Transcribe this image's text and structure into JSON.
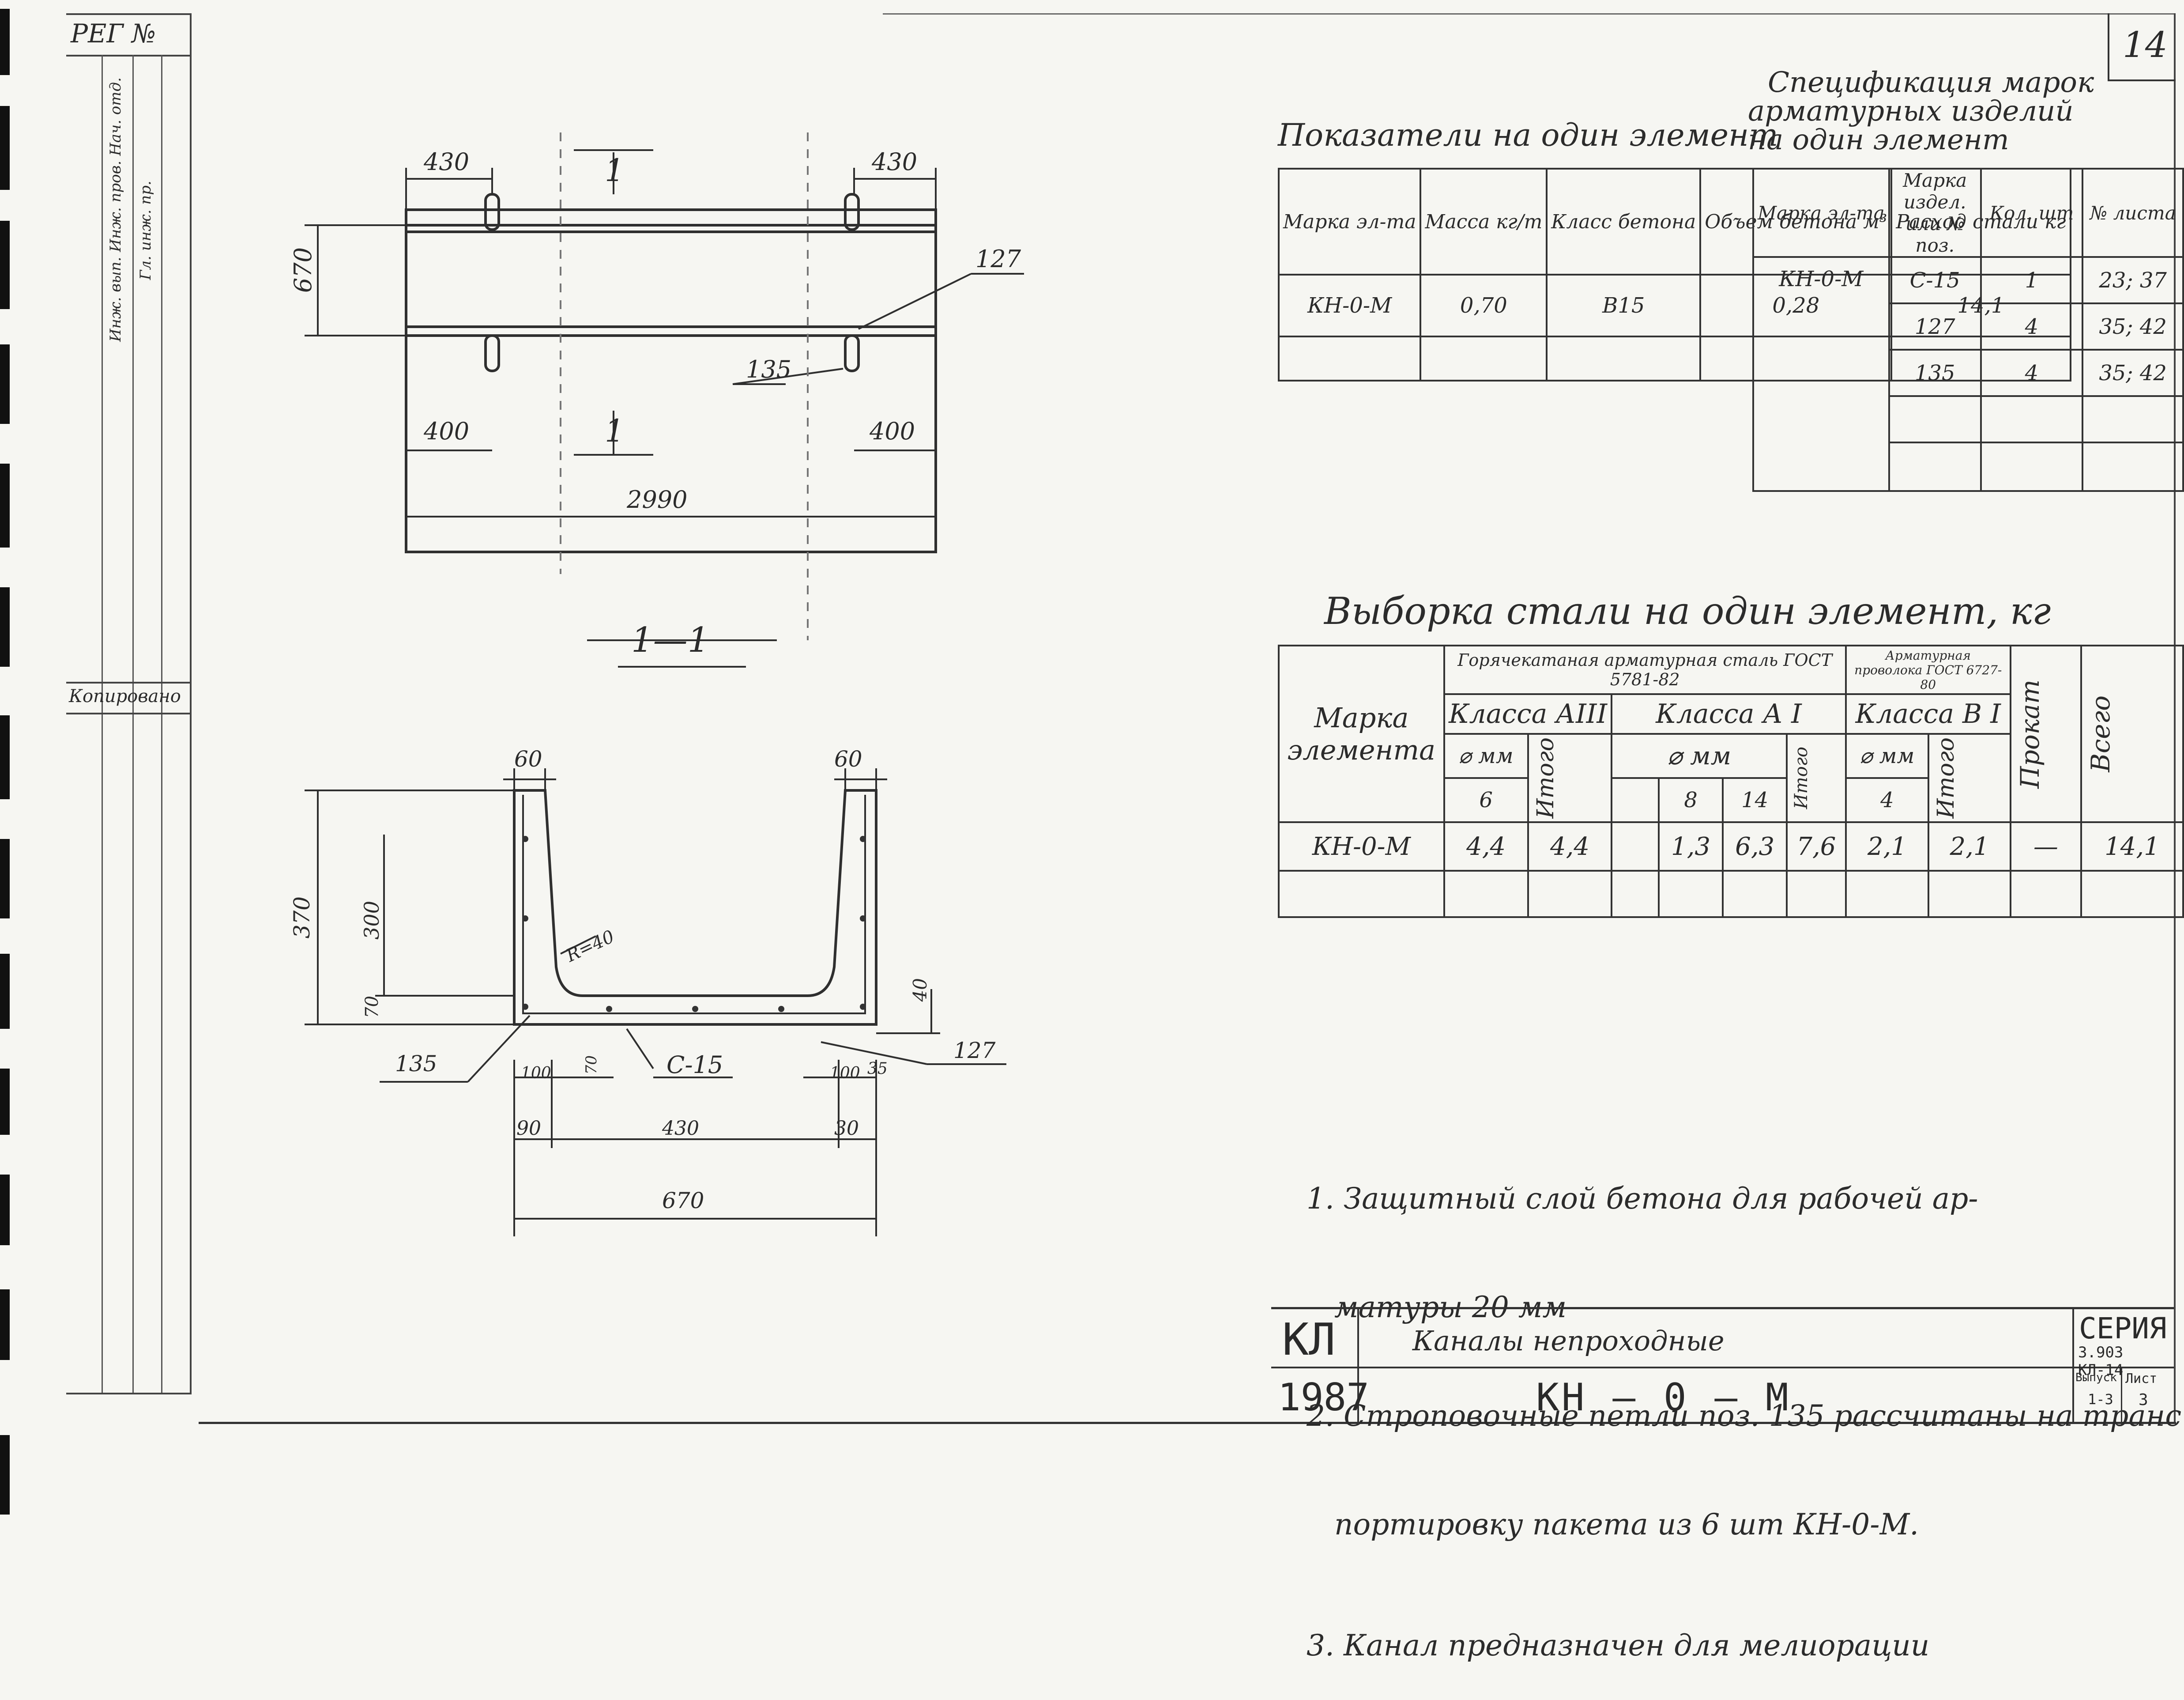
{
  "sheet_number": "14",
  "left_strip": {
    "label_top": "РЕГ №",
    "label_copy": "Копировано",
    "label_col1": "Инж. вып. Инж. пров. Нач. отд.",
    "label_col2": "Гл. инж. пр."
  },
  "elevation": {
    "dim_left_top": "430",
    "dim_right_top": "430",
    "dim_height": "670",
    "dim_left_bottom": "400",
    "dim_right_bottom": "400",
    "dim_length": "2990",
    "mark_loop_a": "127",
    "mark_loop_b": "135",
    "section_mark": "1"
  },
  "section": {
    "title": "1—1",
    "dim_wall_left": "60",
    "dim_wall_right": "60",
    "dim_height": "370",
    "dim_inner_height": "300",
    "dim_bottom": "70",
    "dim_bottom_right": "40",
    "radius": "R=40",
    "mark_left": "135",
    "mark_mesh": "С-15",
    "mark_right": "127",
    "dim_100_left": "100",
    "dim_100_right": "100",
    "dim_70": "70",
    "dim_35": "35",
    "dim_90": "90",
    "dim_430": "430",
    "dim_30": "30",
    "dim_670": "670"
  },
  "indicators": {
    "title": "Показатели на один элемент",
    "headers": [
      "Марка эл-та",
      "Масса кг/т",
      "Класс бетона",
      "Объем бетона м³",
      "Расход стали кг"
    ],
    "row": [
      "КН-0-М",
      "0,70",
      "В15",
      "0,28",
      "14,1"
    ]
  },
  "spec": {
    "title_line1": "Спецификация марок",
    "title_line2": "арматурных изделий",
    "title_line3": "на один элемент",
    "headers": [
      "Марка эл-та",
      "Марка издел. или № поз.",
      "Кол. шт",
      "№ листа"
    ],
    "mark": "КН-0-М",
    "rows": [
      [
        "С-15",
        "1",
        "23; 37"
      ],
      [
        "127",
        "4",
        "35; 42"
      ],
      [
        "135",
        "4",
        "35; 42"
      ]
    ]
  },
  "steel": {
    "title": "Выборка стали на один элемент, кг",
    "h_hot": "Горячекатаная арматурная сталь ГОСТ 5781-82",
    "h_wire": "Арматурная проволока ГОСТ 6727-80",
    "h_mark": "Марка элемента",
    "h_class_a3": "Класса АIII",
    "h_class_a1": "Класса А I",
    "h_class_b1": "Класса В I",
    "h_rolled": "Прокат",
    "h_total": "Всего",
    "h_dmm": "⌀ мм",
    "h_itogo": "Итого",
    "d_a3": "6",
    "d_a1_1": "8",
    "d_a1_2": "14",
    "d_b1": "4",
    "row": [
      "КН-0-М",
      "4,4",
      "4,4",
      "1,3",
      "6,3",
      "7,6",
      "2,1",
      "2,1",
      "—",
      "14,1"
    ]
  },
  "notes": [
    "1. Защитный слой бетона для рабочей ар-",
    "   матуры 20 мм",
    "2. Строповочные петли поз. 135 рассчитаны на транс",
    "   портировку пакета из 6 шт КН-0-М.",
    "3. Канал предназначен для мелиорации"
  ],
  "title_block": {
    "org": "КЛ",
    "year": "1987",
    "name": "Каналы непроходные",
    "mark": "КН — 0 — М",
    "series_label": "СЕРИЯ",
    "series_value": "3.903 КЛ-14",
    "issue_label": "Выпуск",
    "issue_value": "1-3",
    "sheet_label": "Лист",
    "sheet_value": "3"
  }
}
